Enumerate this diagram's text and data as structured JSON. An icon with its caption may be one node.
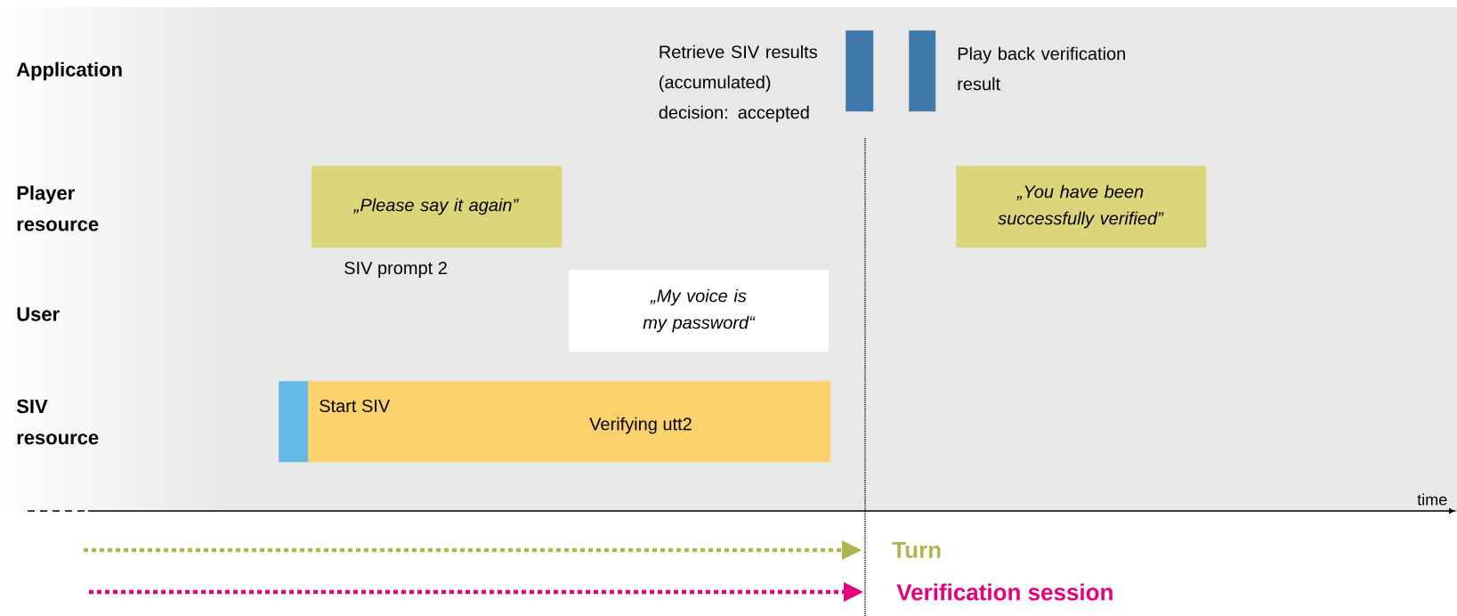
{
  "diagram": {
    "nodes": [
      {
        "text": [
          "„Please say it again”"
        ],
        "beside": [
          "SIV prompt 2"
        ]
      },
      {
        "text": [
          "„You have been successfully verified”"
        ]
      },
      {
        "text": [
          "„My voice is my password“"
        ]
      },
      {
        "text": [],
        "shape": "bar"
      },
      {
        "text": [
          "Start SIV",
          "Verifying utt2"
        ]
      },
      {
        "text": [],
        "shape": "bar",
        "beside": [
          "Retrieve SIV results (accumulated) decision: accepted"
        ]
      },
      {
        "text": [],
        "shape": "bar",
        "beside": [
          "Play back verification result"
        ]
      }
    ],
    "labels": [
      "Application",
      "Player resource",
      "User",
      "SIV resource",
      "time",
      "Turn",
      "Verification session"
    ]
  }
}
